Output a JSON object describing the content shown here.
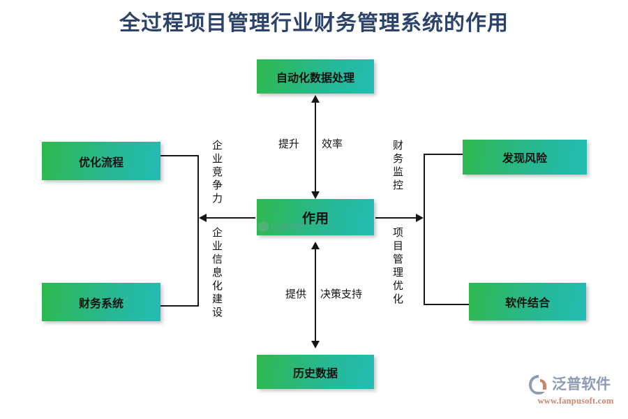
{
  "page": {
    "title": "全过程项目管理行业财务管理系统的作用",
    "title_color": "#2b4269",
    "background": "#ffffff"
  },
  "theme": {
    "node_gradient_from": "#2fb84e",
    "node_gradient_to": "#22bdb4",
    "node_text_color": "#111111",
    "connector_color": "#161616"
  },
  "diagram": {
    "type": "concept-map",
    "center": {
      "label": "作用"
    },
    "nodes": [
      {
        "id": "top",
        "label": "自动化数据处理",
        "position": "top"
      },
      {
        "id": "left-top",
        "label": "优化流程",
        "position": "left-top"
      },
      {
        "id": "left-bottom",
        "label": "财务系统",
        "position": "left-bottom"
      },
      {
        "id": "right-top",
        "label": "发现风险",
        "position": "right-top"
      },
      {
        "id": "right-bottom",
        "label": "软件结合",
        "position": "right-bottom"
      },
      {
        "id": "bottom",
        "label": "历史数据",
        "position": "bottom"
      }
    ],
    "edges": [
      {
        "from": "top",
        "to": "center",
        "label_left": "提升",
        "label_right": "效率",
        "orientation": "vertical",
        "arrows": "both"
      },
      {
        "from": "bottom",
        "to": "center",
        "label_left": "提供",
        "label_right": "决策支持",
        "orientation": "vertical",
        "arrows": "both"
      },
      {
        "from": "center",
        "to": "left",
        "label": "企业竞争力",
        "orientation": "horizontal",
        "arrows": "left"
      },
      {
        "from": "left-trunk",
        "to": "nodes",
        "label": "企业信息化建设",
        "orientation": "vertical-label"
      },
      {
        "from": "center",
        "to": "right",
        "label": "财务监控",
        "orientation": "horizontal",
        "arrows": "right"
      },
      {
        "from": "right-trunk",
        "to": "nodes",
        "label": "项目管理优化",
        "orientation": "vertical-label"
      }
    ]
  },
  "watermark": {
    "text": "泛普软件"
  },
  "logo": {
    "name": "泛普软件",
    "url": "www.fanpusoft.com"
  }
}
